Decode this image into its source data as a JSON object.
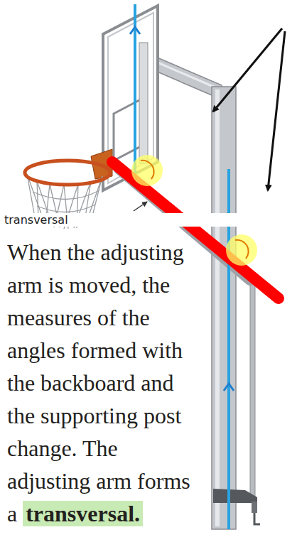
{
  "diagram": {
    "labels": [
      "transversal",
      "When the adjusting arm is moved, the measures of the angles formed with the backboard and the supporting post change. The adjusting arm forms a",
      "transversal."
    ]
  }
}
